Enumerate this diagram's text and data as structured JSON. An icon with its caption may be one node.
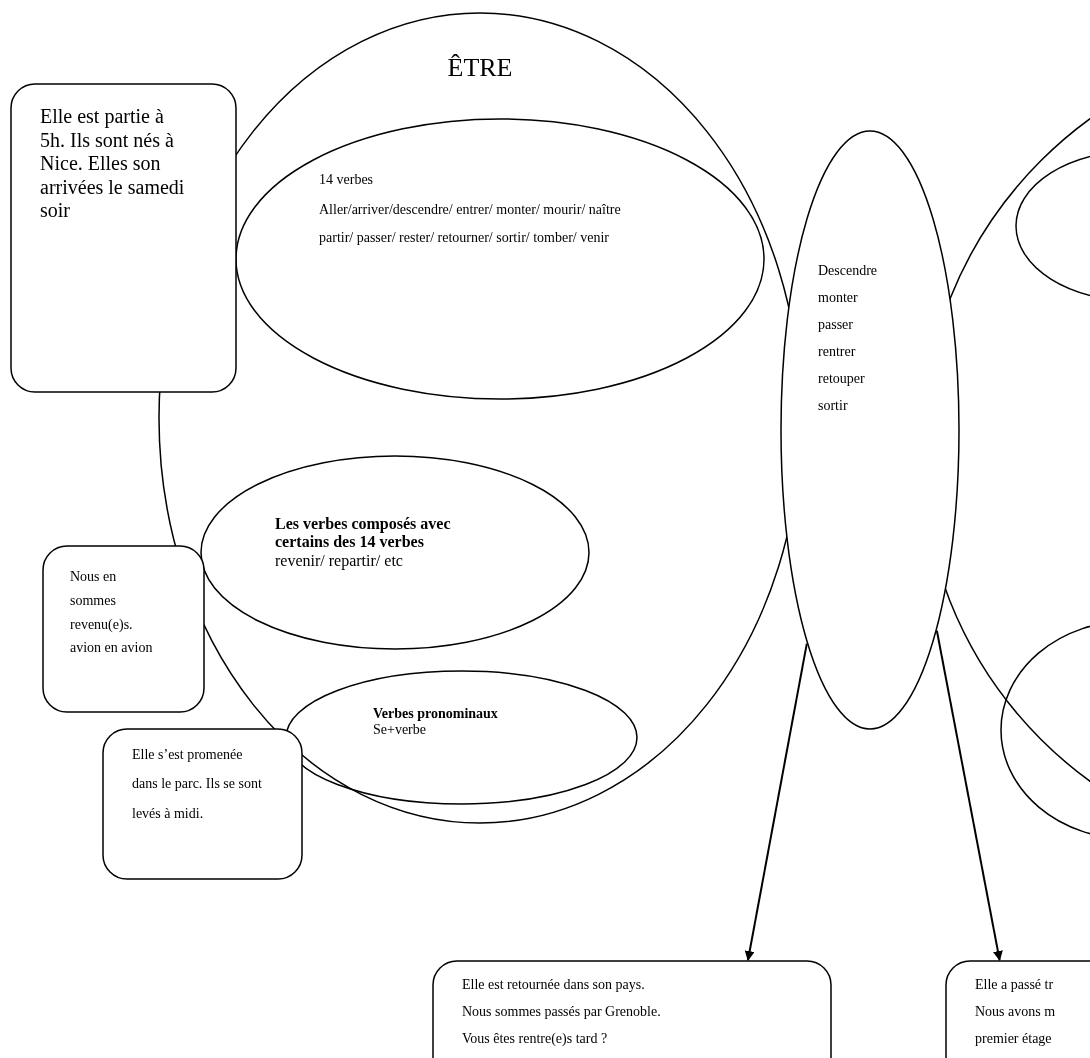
{
  "diagram": {
    "nodes": [
      {
        "text": [
          "ÊTRE"
        ]
      },
      {
        "text": [
          "14 verbes",
          "Aller/arriver/descendre/ entrer/ monter/ mourir/ naître partir/ passer/ rester/ retourner/ sortir/ tomber/ venir"
        ],
        "in": 0
      },
      {
        "text": [
          "Les verbes composés avec certains des 14 verbes",
          "revenir/ repartir/ etc"
        ],
        "in": 0
      },
      {
        "text": [
          "Verbes pronominaux",
          "Se+verbe"
        ],
        "in": 0
      },
      {
        "text": [
          "Elle est partie à 5h. Ils sont nés à Nice. Elles son arrivées le samedi soir"
        ]
      },
      {
        "text": [
          "Nous en sommes revenu(e)s. avion en avion"
        ]
      },
      {
        "text": [
          "Elle s’est promenée dans le parc. Ils se sont levés à midi."
        ]
      },
      {
        "text": [
          "Descendre",
          "monter",
          "passer",
          "rentrer",
          "retouper",
          "sortir"
        ]
      },
      {
        "text": [
          "Elle est retournée dans son pays.",
          "Nous sommes passés par Grenoble.",
          "Vous êtes rentre(e)s tard ?"
        ]
      },
      {
        "text": [
          "Elle a passé tr",
          "Nous avons m",
          "premier étage"
        ]
      },
      {
        "text": [],
        "shape": "circle"
      },
      {
        "text": [],
        "shape": "ellipse",
        "in": 10
      },
      {
        "text": [],
        "shape": "ellipse",
        "in": 10
      }
    ],
    "edges": [
      {
        "from": 7,
        "to": 8,
        "arrow": "to"
      },
      {
        "from": 7,
        "to": 9,
        "arrow": "to"
      }
    ]
  }
}
